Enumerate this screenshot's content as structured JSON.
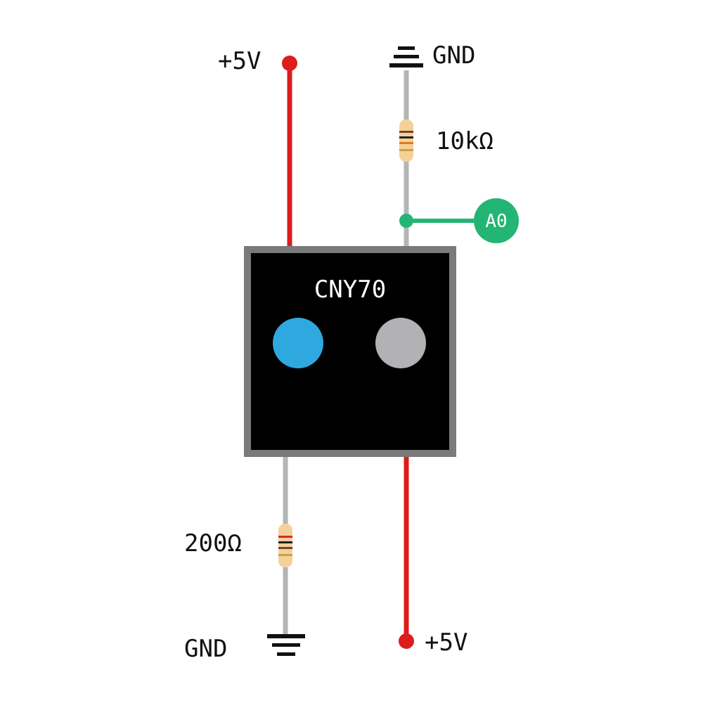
{
  "component": {
    "name": "CNY70",
    "emitter_color": "#2fa8e0",
    "detector_color": "#b2b2b4",
    "body_color": "#000000",
    "border_color": "#7a7a7a"
  },
  "labels": {
    "vcc_top": "+5V",
    "gnd_top": "GND",
    "resistor_top": "10kΩ",
    "analog_pin": "A0",
    "resistor_bottom": "200Ω",
    "gnd_bottom": "GND",
    "vcc_bottom": "+5V"
  },
  "colors": {
    "power_wire": "#dd1c1c",
    "neutral_wire": "#b5b5b5",
    "signal": "#22b573",
    "resistor_body": "#f5d19a",
    "ground_symbol": "#111111"
  }
}
